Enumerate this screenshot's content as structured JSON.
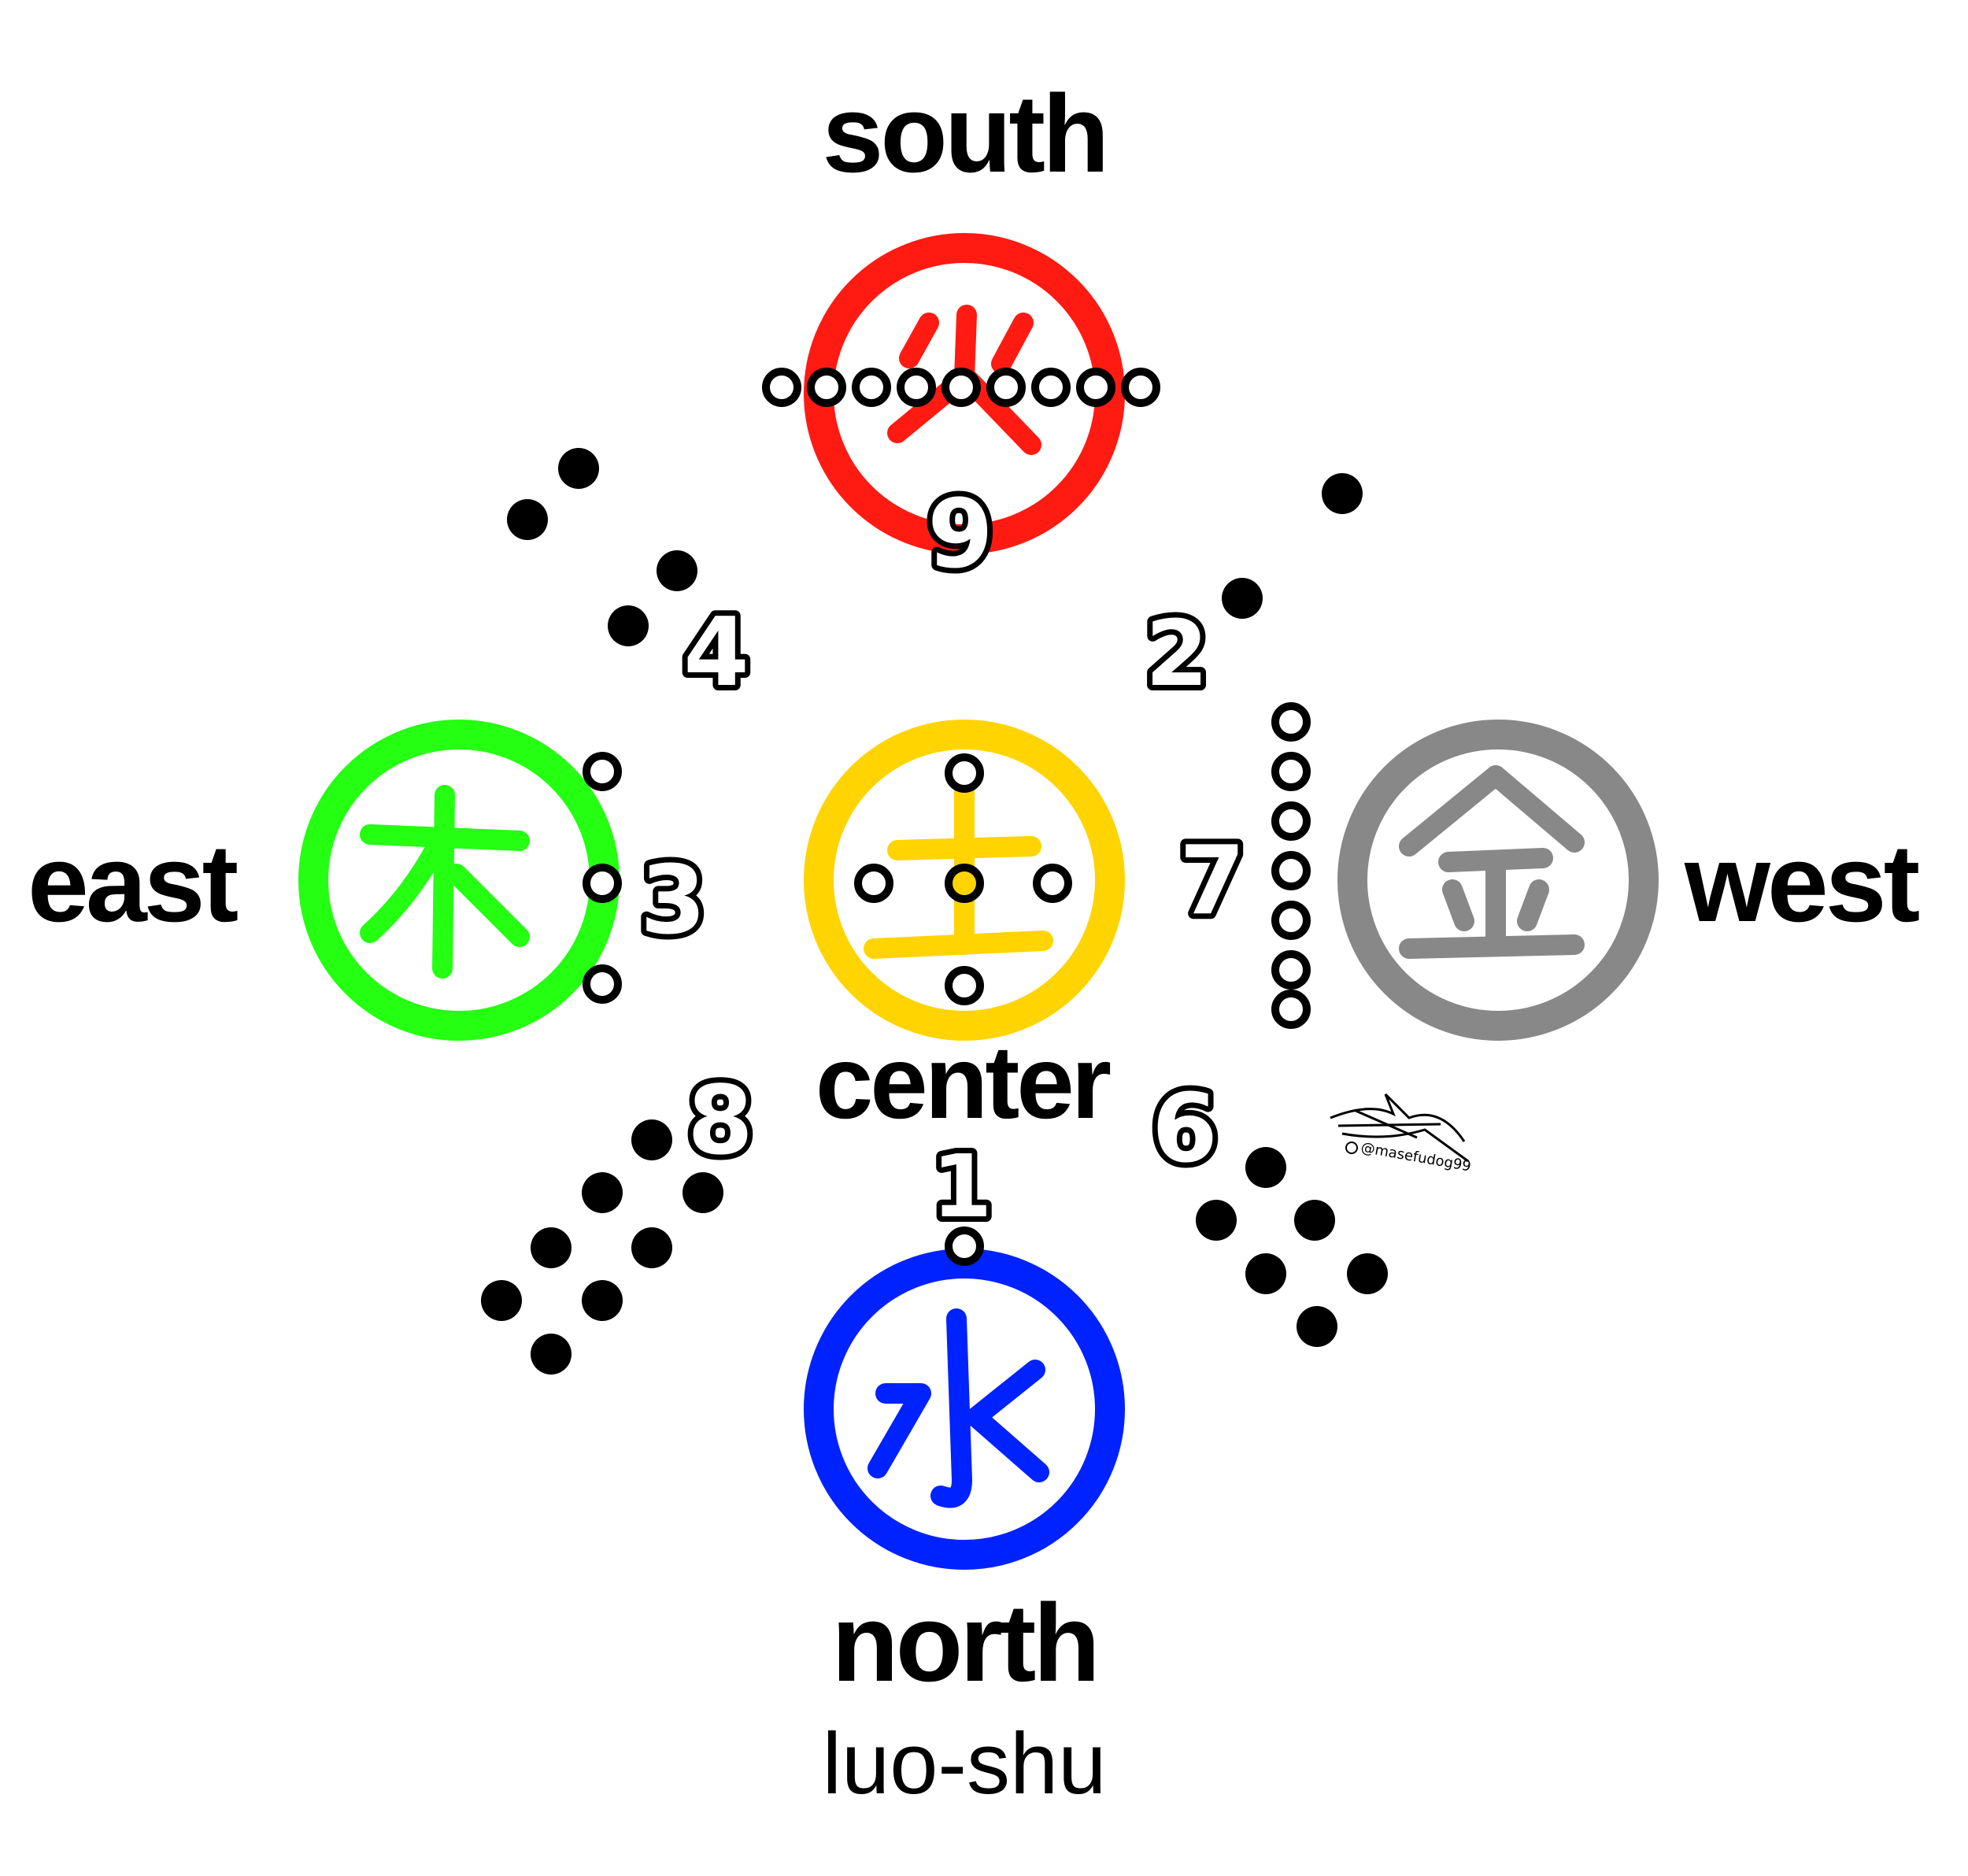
{
  "directions": {
    "south": "south",
    "north": "north",
    "east": "east",
    "west": "west",
    "center": "center"
  },
  "caption": "luo-shu",
  "watermark": "@masefudog99",
  "numbers": {
    "n9": "9",
    "n4": "4",
    "n2": "2",
    "n3": "3",
    "n7": "7",
    "n8": "8",
    "n6": "6",
    "n1": "1",
    "n5": "5"
  },
  "elements": {
    "fire": {
      "glyph": "火",
      "color": "#ff1a12"
    },
    "wood": {
      "glyph": "木",
      "color": "#24ff12"
    },
    "earth": {
      "glyph": "土",
      "color": "#ffd400"
    },
    "metal": {
      "glyph": "金",
      "color": "#888888"
    },
    "water": {
      "glyph": "水",
      "color": "#0022ff"
    }
  }
}
